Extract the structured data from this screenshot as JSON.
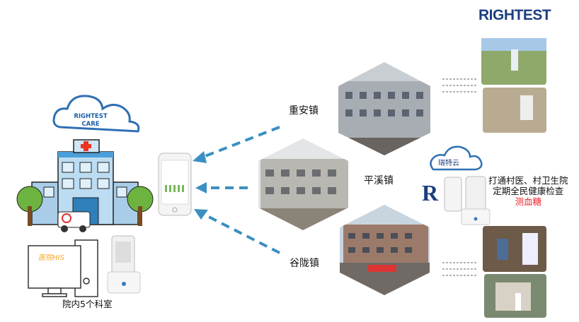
{
  "brand": {
    "logo": "RIGHTEST",
    "cloud_left": [
      "RIGHTEST",
      "CARE"
    ],
    "cloud_right": "瑞特云"
  },
  "towns": {
    "top": "重安镇",
    "middle": "平溪镇",
    "bottom": "谷陇镇"
  },
  "hospital": {
    "his_label": "医院HIS",
    "caption": "院内5个科室"
  },
  "right_text": {
    "line1": "打通村医、村卫生院",
    "line2": "定期全民健康检查",
    "line3": "测血糖"
  },
  "colors": {
    "arrow": "#3b8fc2",
    "cloud": "#2f6fb3",
    "brand": "#1d3f7e",
    "accent_red": "#e8242b",
    "his": "#f5a623"
  }
}
